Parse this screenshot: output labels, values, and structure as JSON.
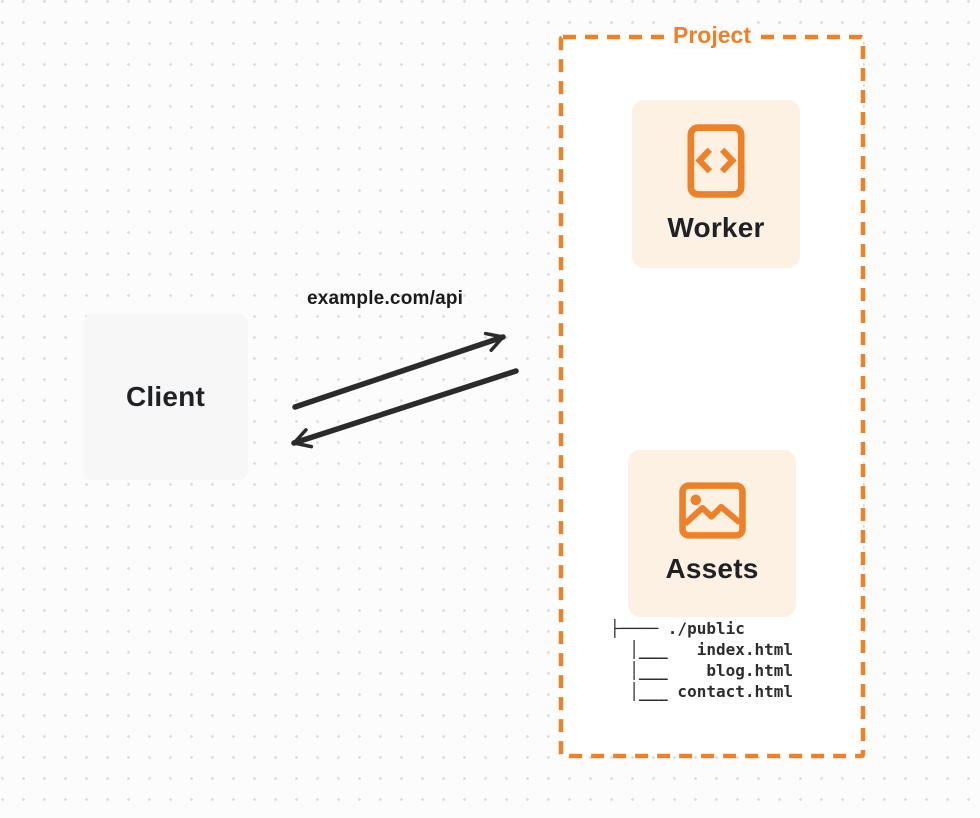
{
  "colors": {
    "accent": "#ED8129",
    "box_fill": "#FDF1E3",
    "client_fill": "#F7F7F8",
    "arrow": "#2B2B2B",
    "text_dark": "#1F2125",
    "page_bg": "#FCFCFC",
    "dot": "#DCDCDC",
    "project_bg": "#FFFFFF"
  },
  "diagram": {
    "client": {
      "label": "Client"
    },
    "request_label": "example.com/api",
    "project": {
      "label": "Project",
      "worker": {
        "label": "Worker",
        "icon": "code-file-icon"
      },
      "assets": {
        "label": "Assets",
        "icon": "image-icon"
      },
      "file_tree": {
        "lines": [
          "├──── ./public",
          "  │___   index.html",
          "  │___    blog.html",
          "  │___ contact.html"
        ]
      }
    }
  }
}
